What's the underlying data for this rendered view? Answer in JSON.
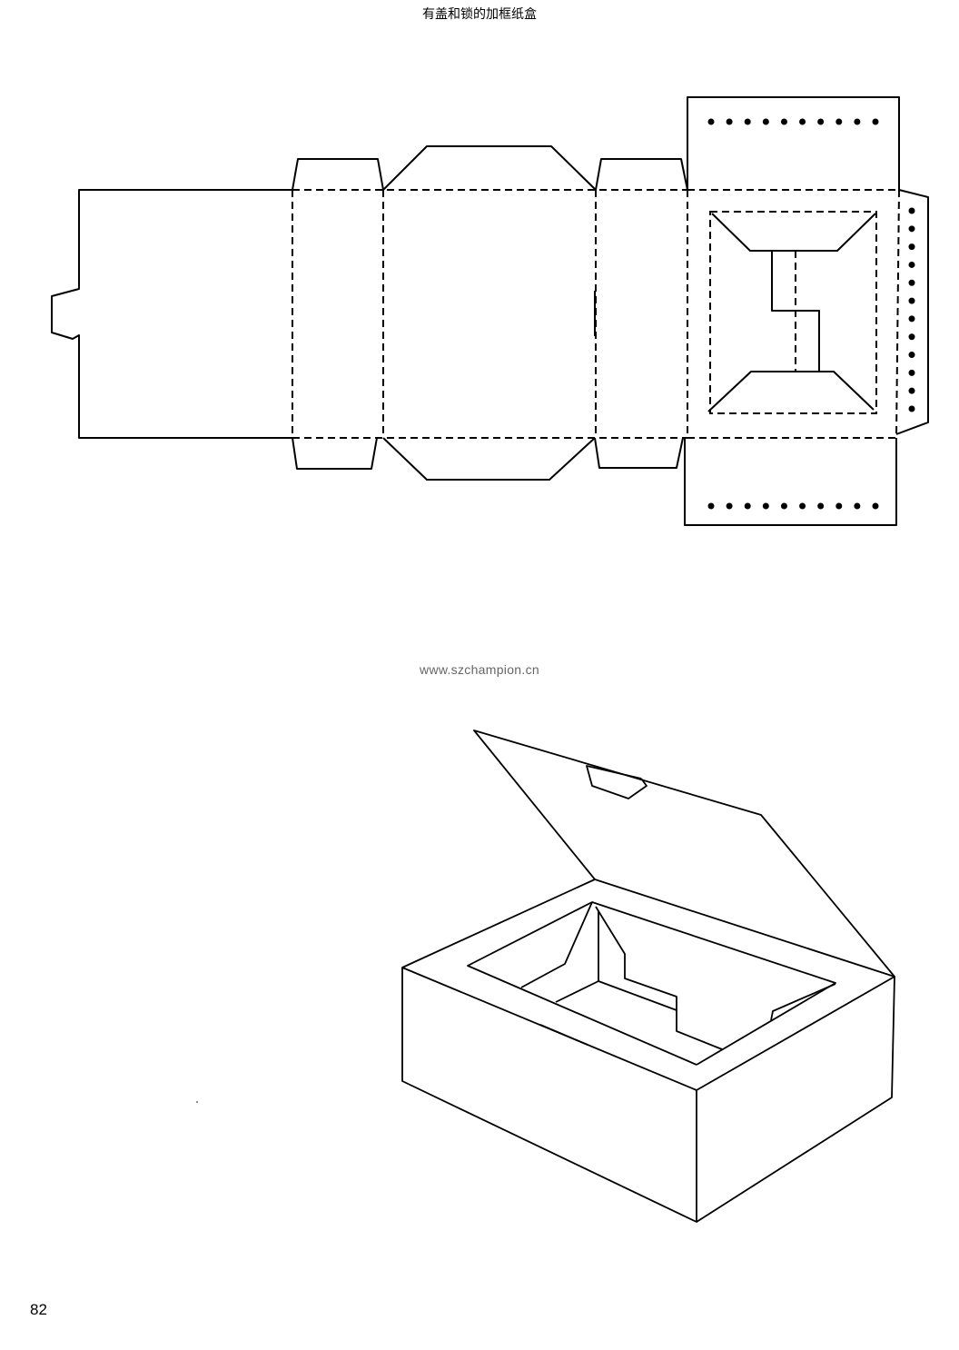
{
  "page": {
    "title": "有盖和锁的加框纸盒",
    "watermark": "www.szchampion.cn",
    "page_number": "82"
  },
  "figures": {
    "dieline": {
      "name": "box-dieline",
      "perforation_dots_top": 10,
      "perforation_dots_bottom": 10,
      "perforation_dots_side": 12
    },
    "assembled": {
      "name": "assembled-box-view"
    }
  }
}
